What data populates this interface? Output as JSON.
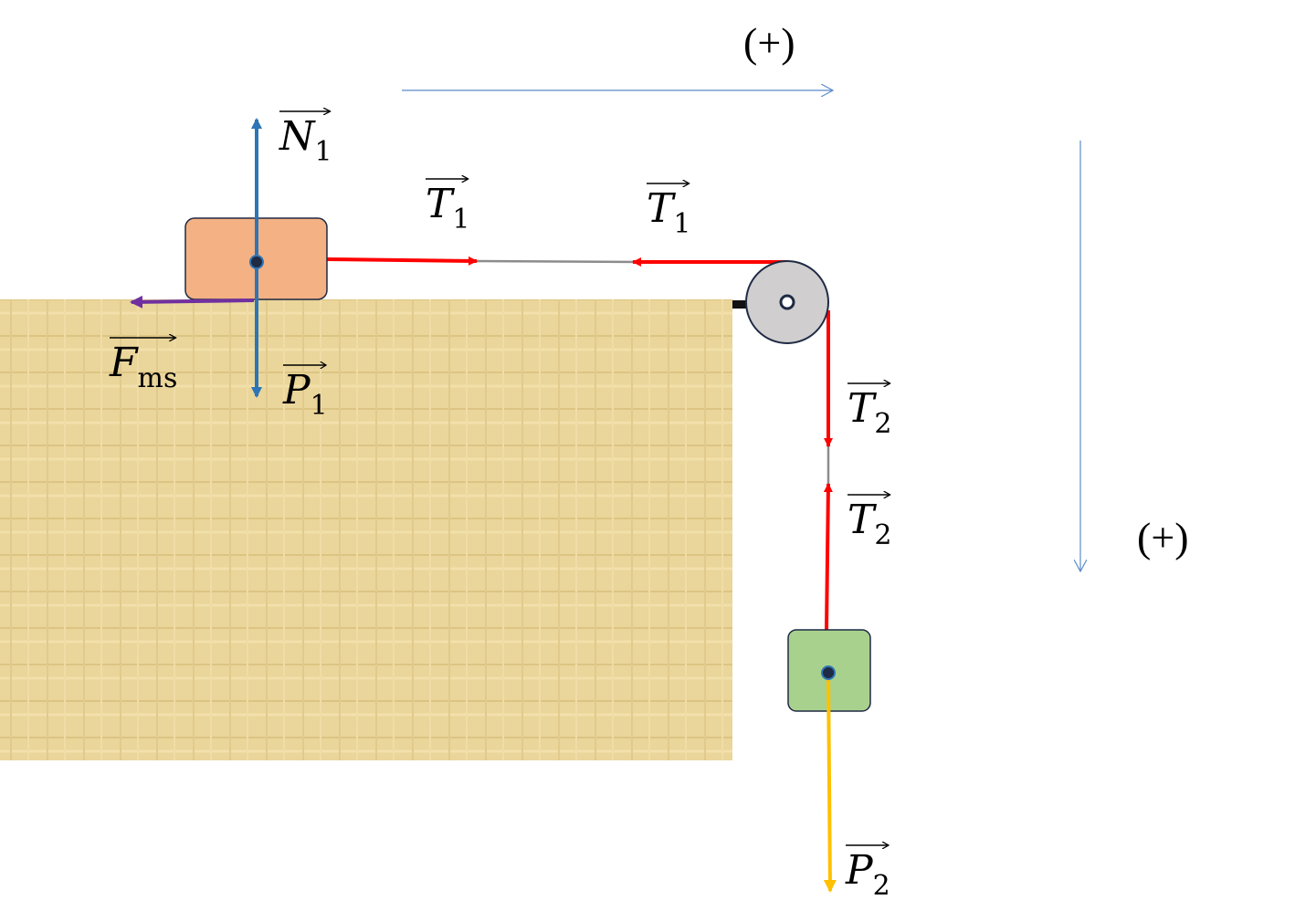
{
  "labels": {
    "N1": {
      "main": "N",
      "sub": "1"
    },
    "P1": {
      "main": "P",
      "sub": "1"
    },
    "Fms": {
      "main": "F",
      "sub": "ms"
    },
    "T1_left": {
      "main": "T",
      "sub": "1"
    },
    "T1_right": {
      "main": "T",
      "sub": "1"
    },
    "T2_top": {
      "main": "T",
      "sub": "2"
    },
    "T2_bottom": {
      "main": "T",
      "sub": "2"
    },
    "P2": {
      "main": "P",
      "sub": "2"
    }
  },
  "directions": {
    "horizontal": "(+)",
    "vertical": "(+)"
  },
  "colors": {
    "block1": "#f4b183",
    "block2": "#a9d18e",
    "table": "#ead59a",
    "normal": "#2e75b6",
    "tension": "#ff0000",
    "friction": "#7030a0",
    "weight2": "#ffc000",
    "pulley": "#d0cece",
    "axis": "#5b8bc9"
  }
}
